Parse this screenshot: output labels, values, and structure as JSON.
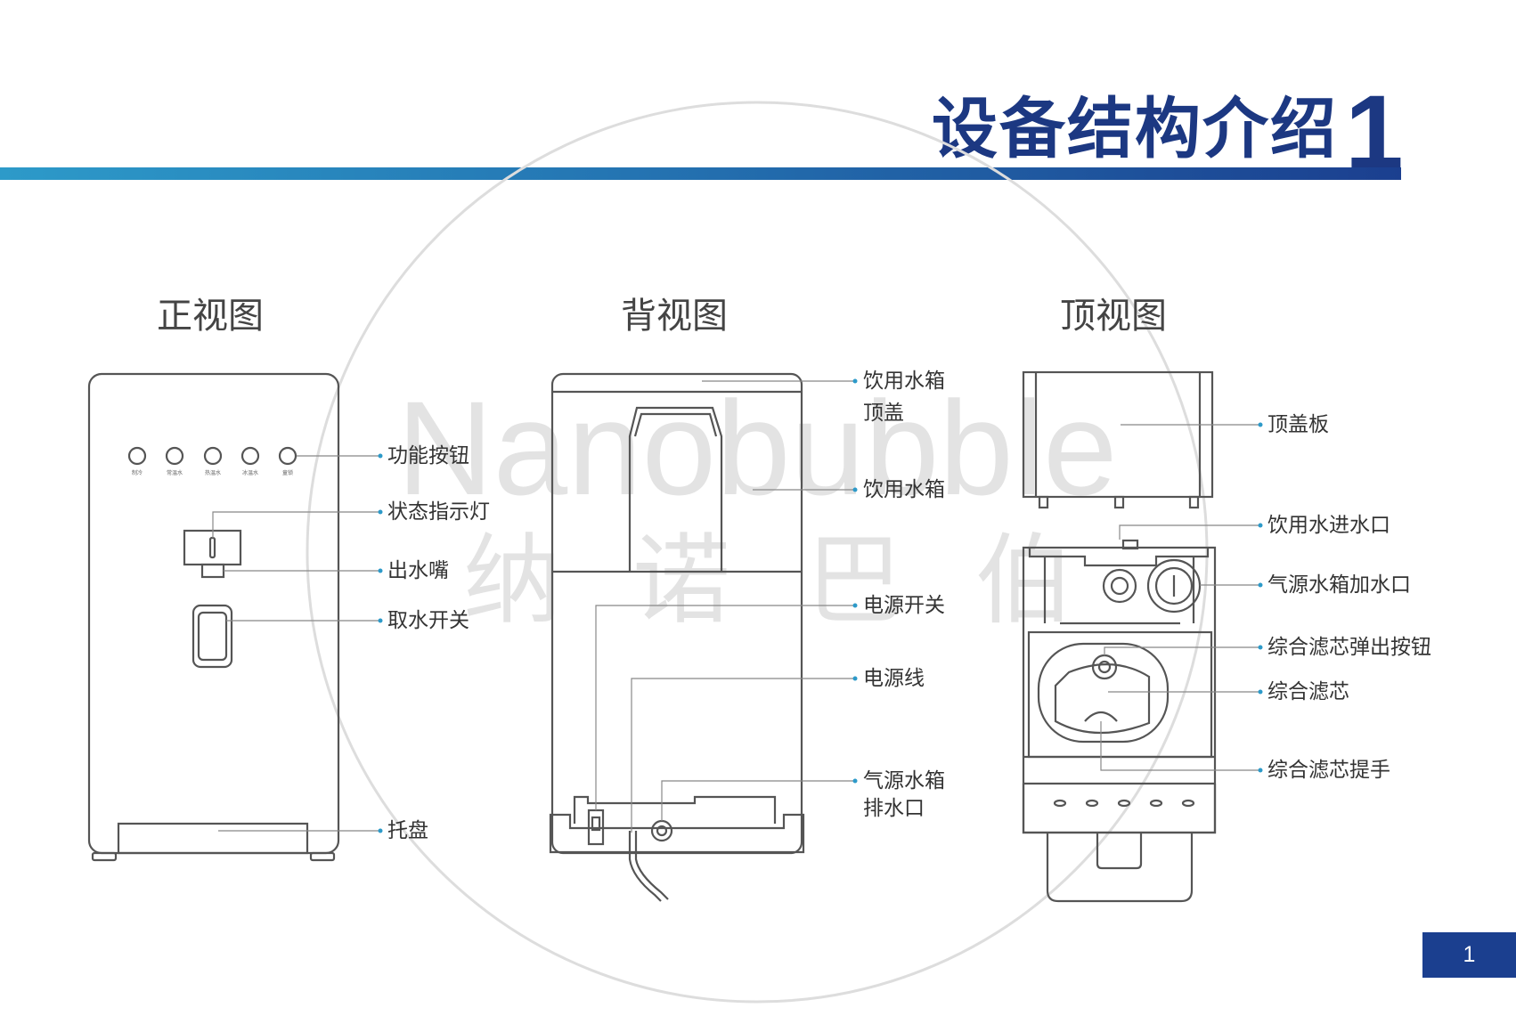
{
  "header": {
    "title": "设备结构介绍",
    "number": "1",
    "bar_gradient": [
      "#2d9ac9",
      "#2474b2",
      "#1b3f8f"
    ],
    "title_color": "#1c3882"
  },
  "watermark": {
    "brand": "Nanobubble",
    "chinese": [
      "纳",
      "诺",
      "巴",
      "伯"
    ]
  },
  "views": {
    "front": {
      "title": "正视图",
      "labels": {
        "function_buttons": "功能按钮",
        "status_light": "状态指示灯",
        "spout": "出水嘴",
        "water_switch": "取水开关",
        "tray": "托盘"
      },
      "button_captions": [
        "制冷",
        "常温水",
        "热温水",
        "冰温水",
        "童锁"
      ]
    },
    "back": {
      "title": "背视图",
      "labels": {
        "tank_lid_line1": "饮用水箱",
        "tank_lid_line2": "顶盖",
        "tank": "饮用水箱",
        "power_switch": "电源开关",
        "power_cord": "电源线",
        "drain_line1": "气源水箱",
        "drain_line2": "排水口"
      }
    },
    "top": {
      "title": "顶视图",
      "labels": {
        "top_cover": "顶盖板",
        "water_inlet": "饮用水进水口",
        "gas_tank_fill": "气源水箱加水口",
        "filter_eject": "综合滤芯弹出按钮",
        "filter": "综合滤芯",
        "filter_handle": "综合滤芯提手"
      }
    }
  },
  "page_number": "1",
  "colors": {
    "line_art": "#555555",
    "leader_line": "#888888",
    "leader_dot": "#2d9ac9",
    "page_badge": "#1b3f8f"
  }
}
